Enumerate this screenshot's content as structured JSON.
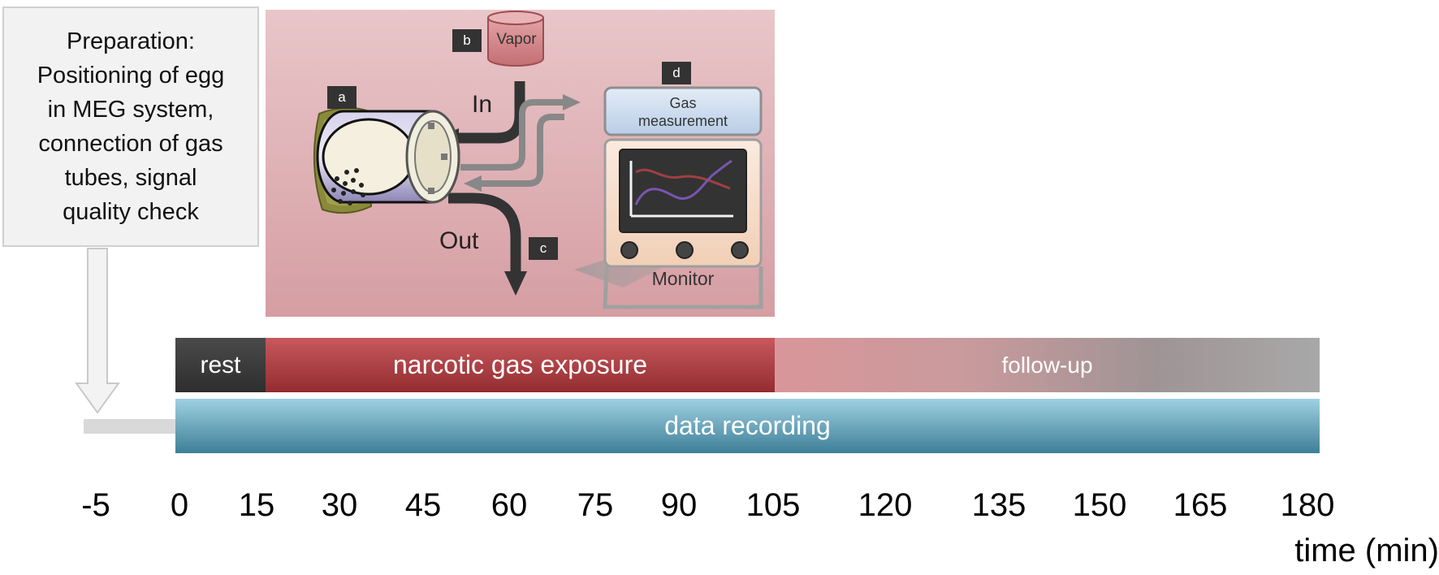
{
  "preparation": {
    "text": "Preparation:\nPositioning of egg\nin MEG system,\nconnection of gas\ntubes, signal\nquality check"
  },
  "setup": {
    "labels": {
      "a": "a",
      "b": "b",
      "c": "c",
      "d": "d"
    },
    "vapor": "Vapor",
    "in": "In",
    "out": "Out",
    "gas_measurement": "Gas\nmeasurement",
    "monitor": "Monitor"
  },
  "timeline": {
    "rest": "rest",
    "exposure": "narcotic gas exposure",
    "followup": "follow-up",
    "recording": "data recording"
  },
  "axis": {
    "ticks": [
      "-5",
      "0",
      "15",
      "30",
      "45",
      "60",
      "75",
      "90",
      "105",
      "120",
      "135",
      "150",
      "165",
      "180"
    ],
    "label": "time (min)"
  },
  "colors": {
    "rest": "#3a3a3a",
    "exposure": "#b0444a",
    "followup_start": "#d9969a",
    "followup_end": "#a8a8a8",
    "recording": "#5e9fb6"
  }
}
